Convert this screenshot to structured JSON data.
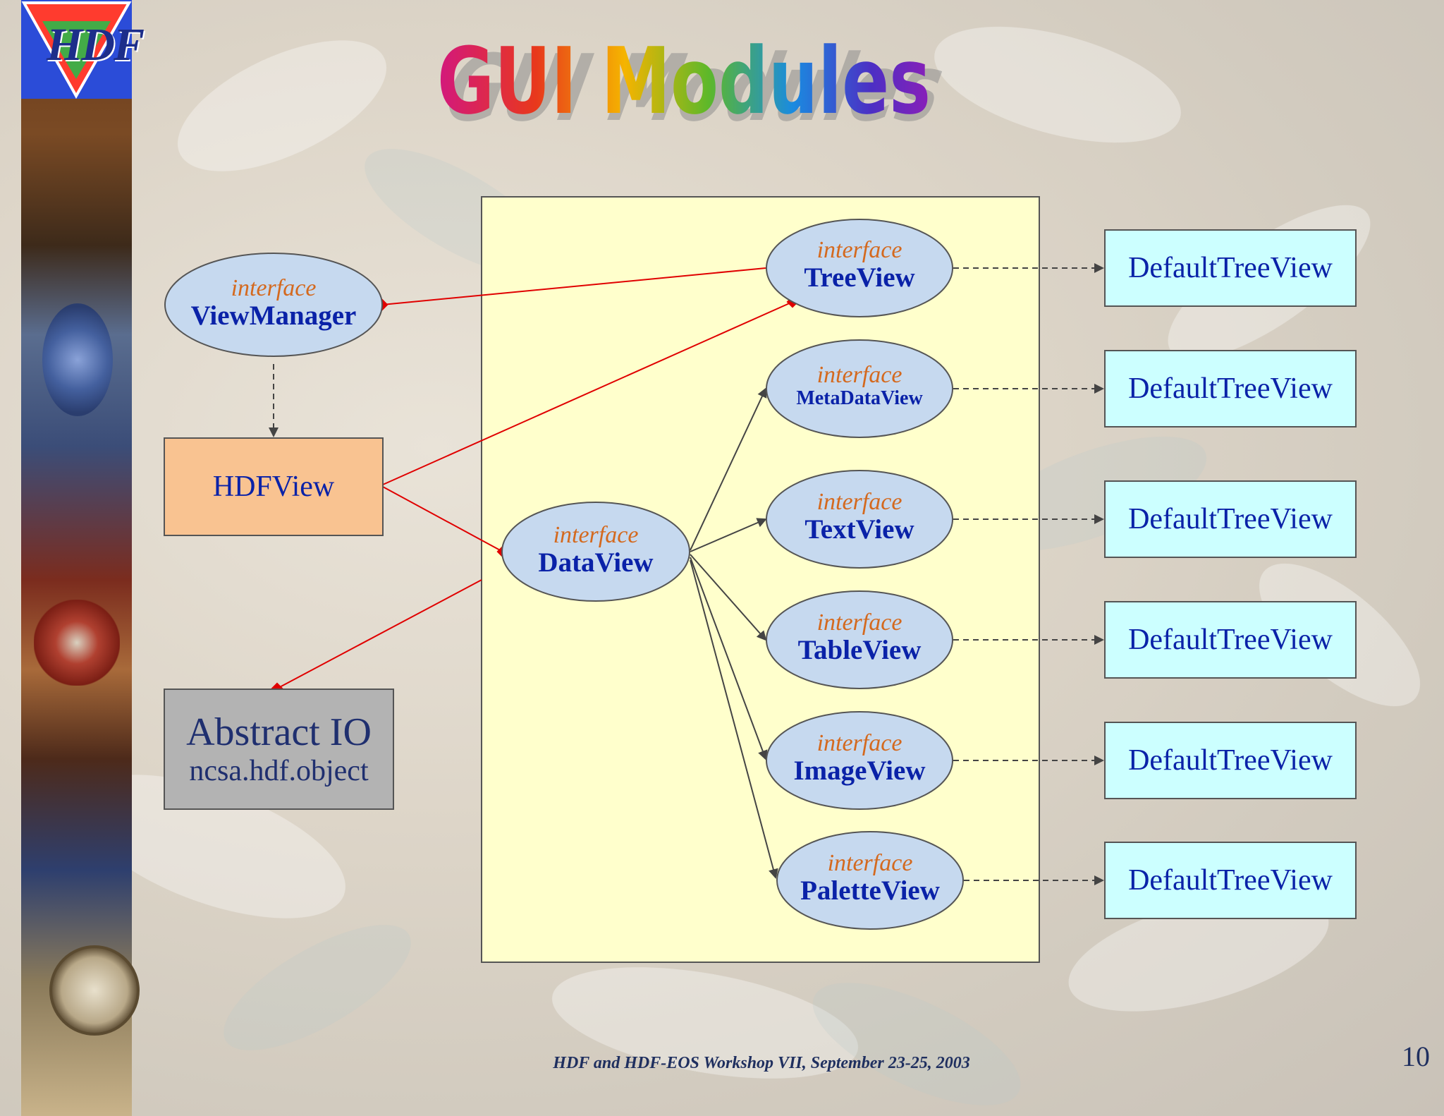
{
  "slide": {
    "title": "GUI Modules",
    "logo": "HDF",
    "footer": "HDF and HDF-EOS Workshop VII, September 23-25, 2003",
    "page_number": "10"
  },
  "diagram": {
    "interface_word": "interface",
    "view_manager": "ViewManager",
    "hdfview": "HDFView",
    "abstract_io": {
      "title": "Abstract IO",
      "package": "ncsa.hdf.object"
    },
    "data_view": "DataView",
    "views": [
      {
        "name": "TreeView",
        "impl": "DefaultTreeView"
      },
      {
        "name": "MetaDataView",
        "impl": "DefaultTreeView"
      },
      {
        "name": "TextView",
        "impl": "DefaultTreeView"
      },
      {
        "name": "TableView",
        "impl": "DefaultTreeView"
      },
      {
        "name": "ImageView",
        "impl": "DefaultTreeView"
      },
      {
        "name": "PaletteView",
        "impl": "DefaultTreeView"
      }
    ]
  },
  "colors": {
    "container_fill": "#ffffcc",
    "ellipse_fill": "#c6d9ef",
    "hdfview_fill": "#f9c391",
    "abstractio_fill": "#b3b3b3",
    "impl_fill": "#ccffff",
    "red_link": "#e00000",
    "interface_text": "#d4691e",
    "name_text": "#0a22a8"
  }
}
